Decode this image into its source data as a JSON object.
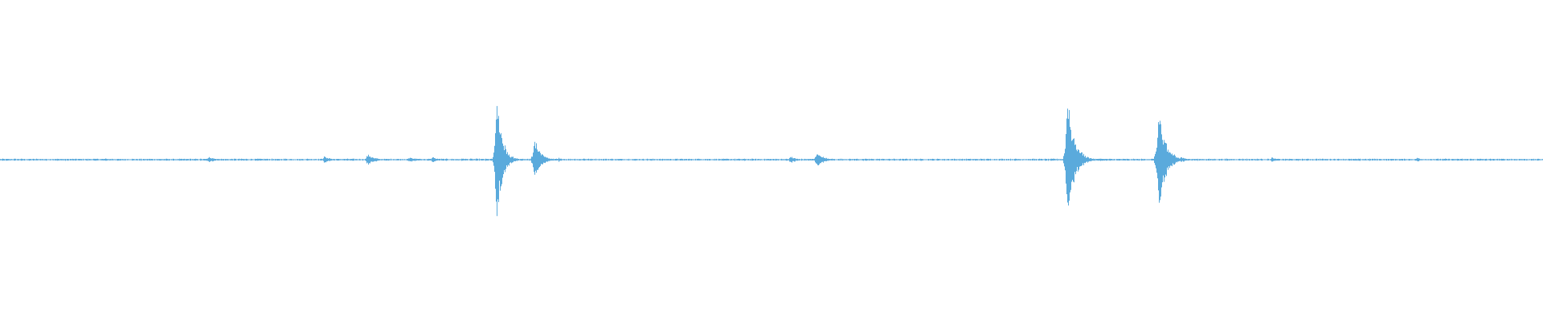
{
  "waveform": {
    "color": "#5aaadc",
    "background": "#ffffff",
    "amplitude_scale": 1.0,
    "duration_fraction_visible": 1.0,
    "peak_events": [
      {
        "t": 0.068,
        "amp": 0.01,
        "width": 0.003
      },
      {
        "t": 0.135,
        "amp": 0.02,
        "width": 0.008
      },
      {
        "t": 0.21,
        "amp": 0.025,
        "width": 0.006
      },
      {
        "t": 0.238,
        "amp": 0.035,
        "width": 0.008
      },
      {
        "t": 0.265,
        "amp": 0.015,
        "width": 0.012
      },
      {
        "t": 0.28,
        "amp": 0.02,
        "width": 0.006
      },
      {
        "t": 0.3,
        "amp": 0.008,
        "width": 0.004
      },
      {
        "t": 0.3215,
        "amp": 0.45,
        "width": 0.006
      },
      {
        "t": 0.346,
        "amp": 0.14,
        "width": 0.007
      },
      {
        "t": 0.362,
        "amp": 0.012,
        "width": 0.006
      },
      {
        "t": 0.378,
        "amp": 0.008,
        "width": 0.004
      },
      {
        "t": 0.453,
        "amp": 0.006,
        "width": 0.004
      },
      {
        "t": 0.512,
        "amp": 0.025,
        "width": 0.006
      },
      {
        "t": 0.529,
        "amp": 0.045,
        "width": 0.008
      },
      {
        "t": 0.555,
        "amp": 0.006,
        "width": 0.006
      },
      {
        "t": 0.6915,
        "amp": 0.36,
        "width": 0.008
      },
      {
        "t": 0.712,
        "amp": 0.01,
        "width": 0.015
      },
      {
        "t": 0.7505,
        "amp": 0.32,
        "width": 0.008
      },
      {
        "t": 0.765,
        "amp": 0.02,
        "width": 0.006
      },
      {
        "t": 0.824,
        "amp": 0.015,
        "width": 0.006
      },
      {
        "t": 0.84,
        "amp": 0.006,
        "width": 0.01
      },
      {
        "t": 0.918,
        "amp": 0.02,
        "width": 0.003
      }
    ]
  }
}
